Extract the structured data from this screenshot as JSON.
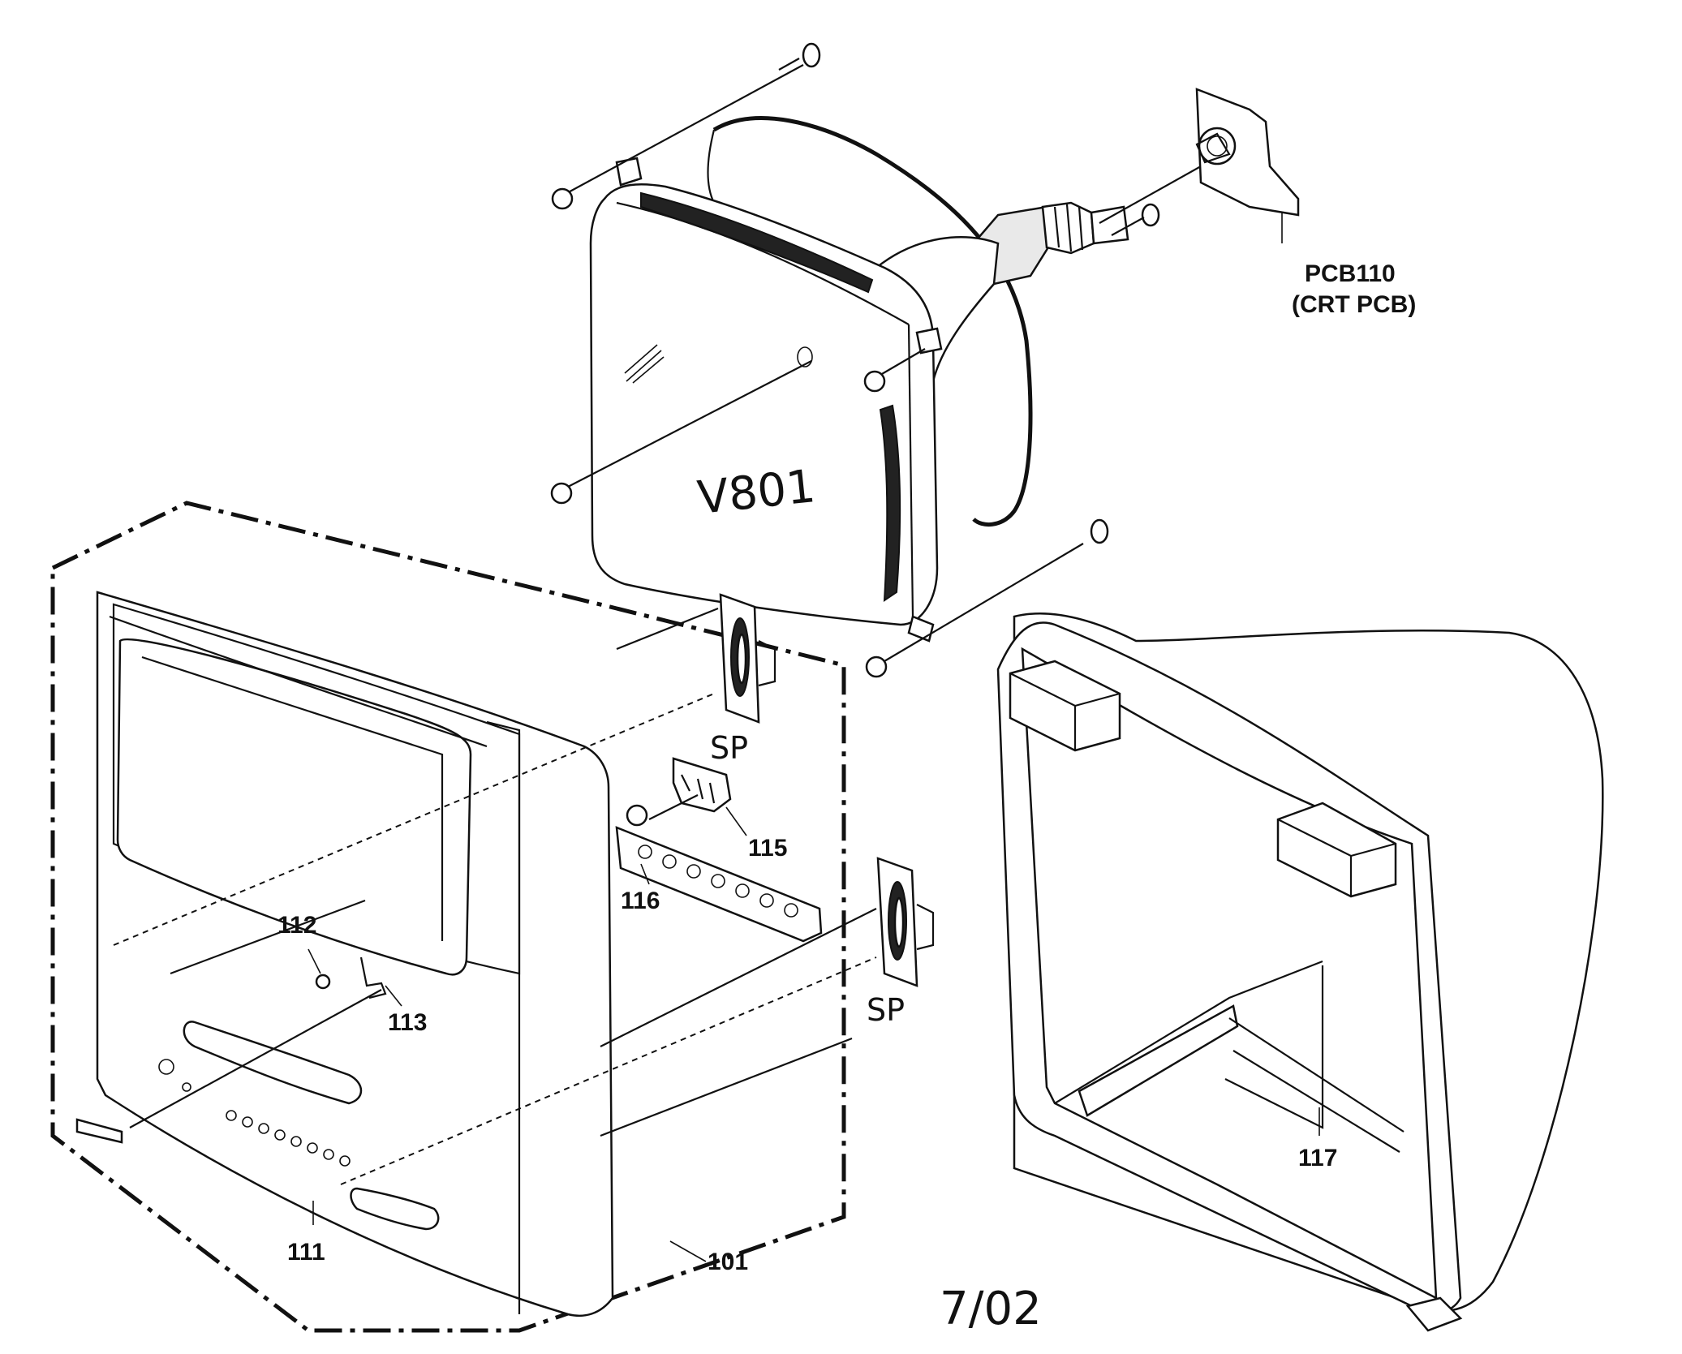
{
  "labels": {
    "crt_tube": "V801",
    "crt_pcb_ref": "PCB110",
    "crt_pcb_desc": "(CRT PCB)",
    "front_cabinet_assy": "101",
    "front_cabinet": "111",
    "part_112": "112",
    "part_113": "113",
    "part_115": "115",
    "part_116": "116",
    "back_cabinet": "117",
    "speaker_upper": "SP",
    "speaker_lower": "SP",
    "date_code": "7/02"
  }
}
